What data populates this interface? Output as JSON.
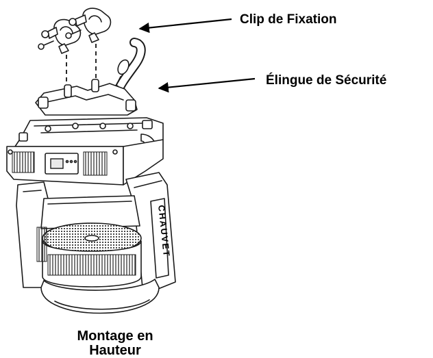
{
  "labels": {
    "clamp": "Clip de Fixation",
    "safety_cable": "Élingue de Sécurité",
    "caption_line1": "Montage en",
    "caption_line2": "Hauteur"
  },
  "fixture_brand": "CHAUVET",
  "colors": {
    "text": "#000000",
    "line_art": "#1a1a1a",
    "background": "#ffffff"
  }
}
